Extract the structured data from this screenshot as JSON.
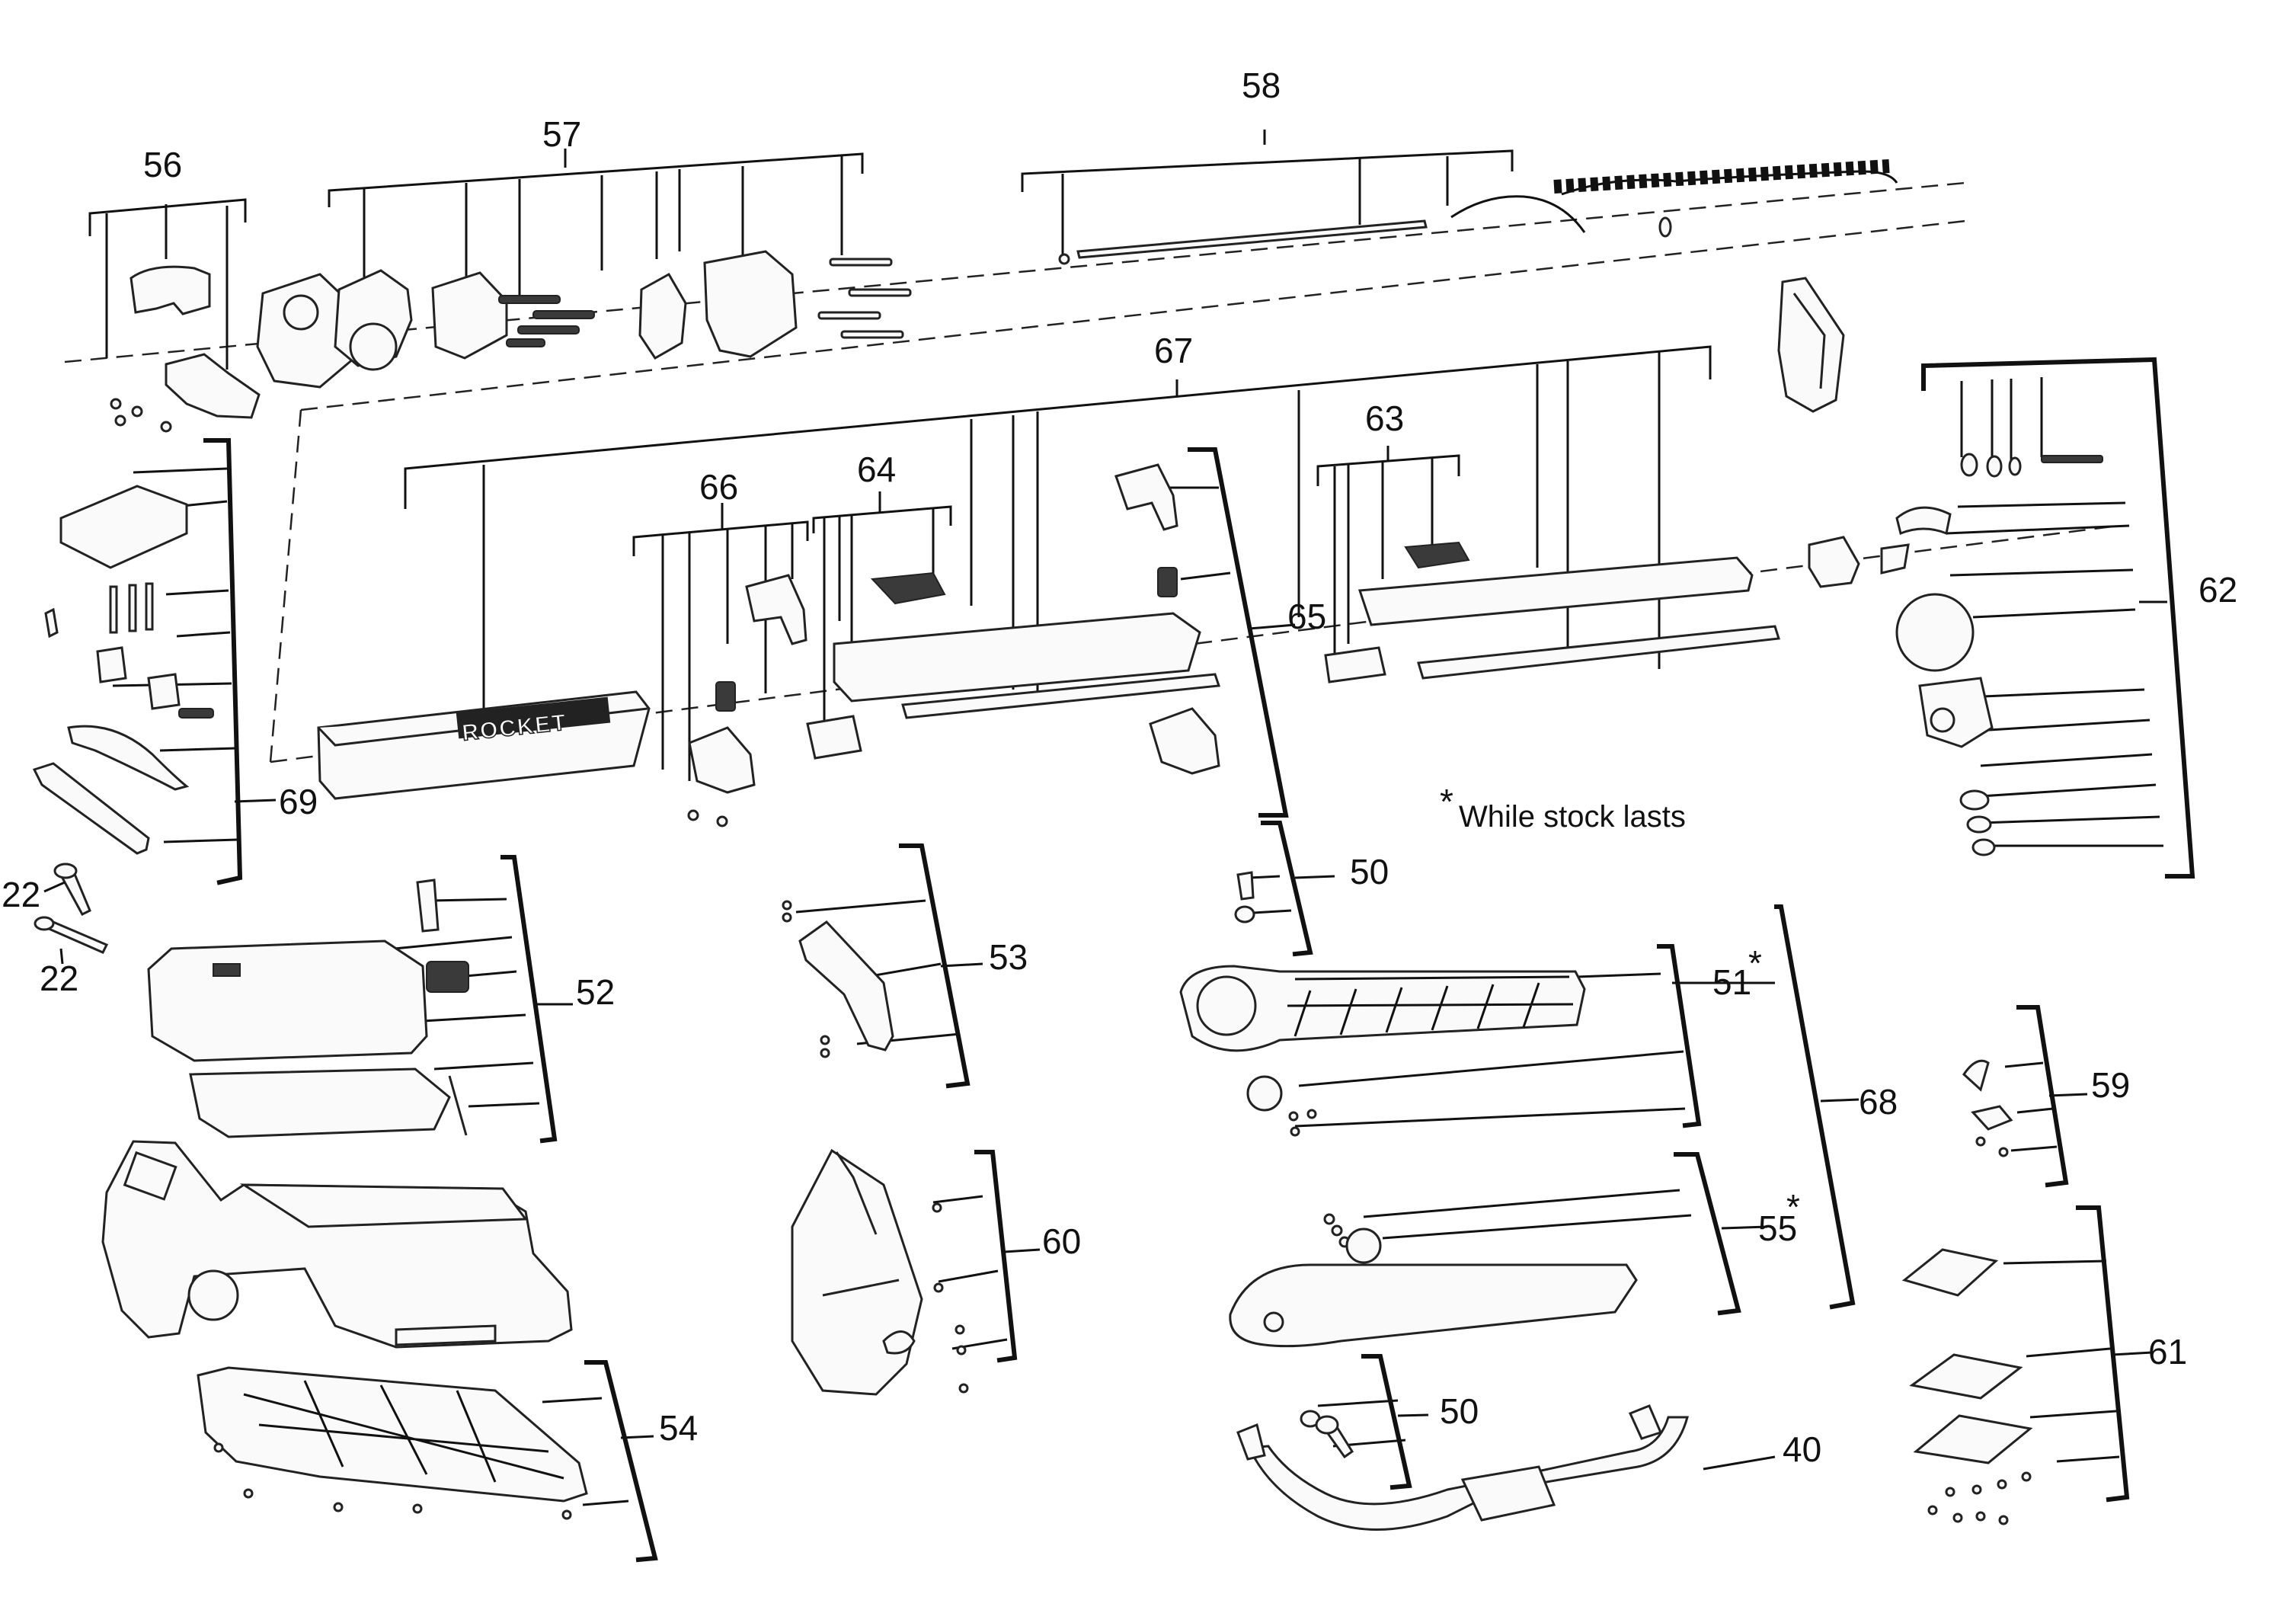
{
  "callouts": {
    "c22a": "22",
    "c22b": "22",
    "c40": "40",
    "c50a": "50",
    "c50b": "50",
    "c51": "51",
    "c52": "52",
    "c53": "53",
    "c54": "54",
    "c55": "55",
    "c56": "56",
    "c57": "57",
    "c58": "58",
    "c59": "59",
    "c60": "60",
    "c61": "61",
    "c62": "62",
    "c63": "63",
    "c64": "64",
    "c65": "65",
    "c66": "66",
    "c67": "67",
    "c68": "68",
    "c69": "69"
  },
  "markers": {
    "star": "*"
  },
  "note": {
    "text": "While stock lasts"
  },
  "logo": {
    "text": "ROCKET"
  }
}
